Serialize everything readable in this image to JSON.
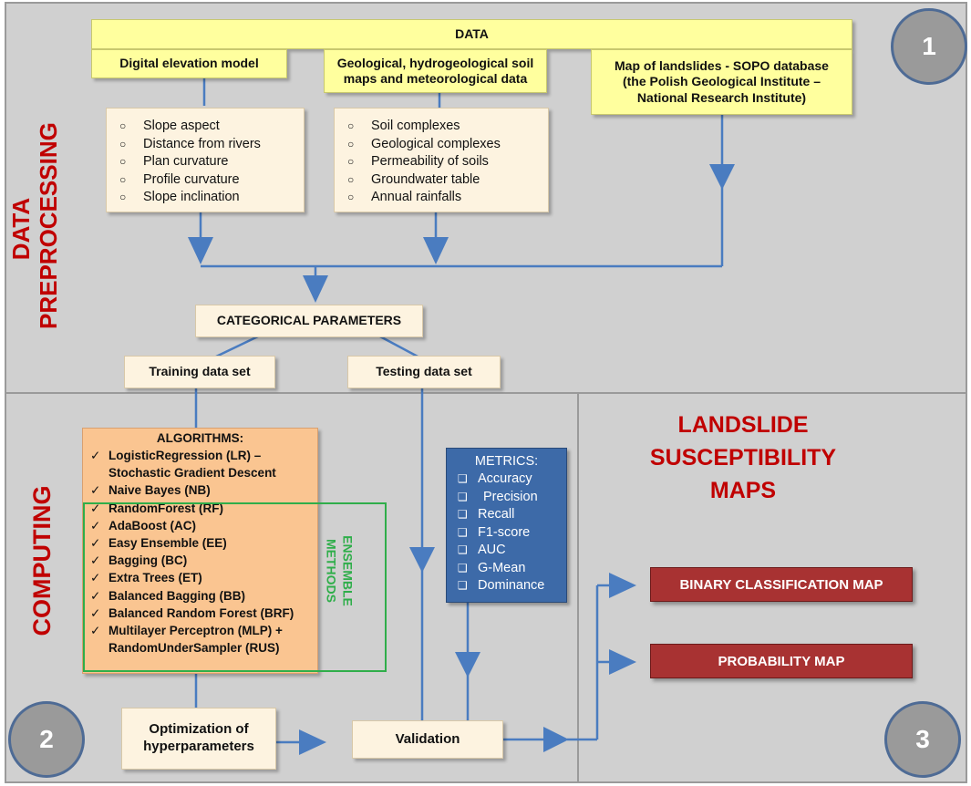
{
  "panels": {
    "preprocessing_title": "DATA PREPROCESSING",
    "preprocessing_line1": "DATA",
    "preprocessing_line2": "PREPROCESSING",
    "computing_title": "COMPUTING",
    "maps_line1": "LANDSLIDE",
    "maps_line2": "SUSCEPTIBILITY",
    "maps_line3": "MAPS"
  },
  "step_numbers": [
    "1",
    "2",
    "3"
  ],
  "data_header": "DATA",
  "sources": {
    "dem": "Digital elevation model",
    "geo_line1": "Geological, hydrogeological soil",
    "geo_line2": "maps and meteorological data",
    "landslides_line1": "Map of landslides - SOPO database",
    "landslides_line2": "(the Polish Geological Institute –",
    "landslides_line3": "National Research Institute)"
  },
  "dem_features": [
    "Slope aspect",
    "Distance from rivers",
    "Plan curvature",
    "Profile curvature",
    "Slope inclination"
  ],
  "geo_features": [
    "Soil complexes",
    "Geological complexes",
    "Permeability of soils",
    "Groundwater table",
    "Annual rainfalls"
  ],
  "categorical": "CATEGORICAL PARAMETERS",
  "training": "Training data set",
  "testing": "Testing data set",
  "algorithms": {
    "title": "ALGORITHMS:",
    "items": [
      "LogisticRegression (LR) – Stochastic Gradient Descent",
      "Naive Bayes (NB)",
      "RandomForest (RF)",
      "AdaBoost (AC)",
      "Easy Ensemble (EE)",
      "Bagging (BC)",
      "Extra Trees (ET)",
      "Balanced Bagging (BB)",
      "Balanced Random Forest (BRF)",
      "Multilayer Perceptron (MLP) + RandomUnderSampler (RUS)"
    ]
  },
  "ensemble_line1": "ENSEMBLE",
  "ensemble_line2": "METHODS",
  "metrics": {
    "title": "METRICS:",
    "items": [
      "Accuracy",
      "Precision",
      "Recall",
      "F1-score",
      "AUC",
      "G-Mean",
      "Dominance"
    ]
  },
  "optimization_line1": "Optimization of",
  "optimization_line2": "hyperparameters",
  "validation": "Validation",
  "outputs": {
    "binary": "BINARY CLASSIFICATION MAP",
    "probability": "PROBABILITY MAP"
  },
  "colors": {
    "panel": "#d0d0d0",
    "title_red": "#c00000",
    "yellow_box": "#ffff9e",
    "cream_box": "#fdf3e0",
    "algorithms_box": "#fac591",
    "metrics_box": "#3d6aa8",
    "output_box": "#a83232",
    "ensemble_green": "#2fae4a",
    "arrow_blue": "#4a7cc0"
  }
}
